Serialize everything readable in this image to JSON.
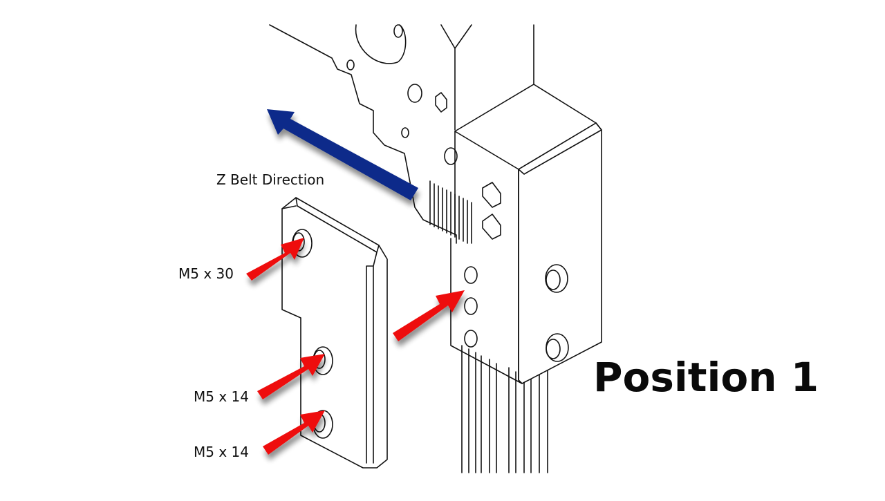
{
  "labels": {
    "belt_direction": "Z Belt Direction",
    "screw_top": "M5 x 30",
    "screw_middle": "M5 x 14",
    "screw_bottom": "M5 x 14",
    "position": "Position 1"
  },
  "colors": {
    "belt_arrow": "#0b2a8a",
    "screw_arrows": "#ee1111",
    "linework": "#111111",
    "background": "#ffffff"
  }
}
